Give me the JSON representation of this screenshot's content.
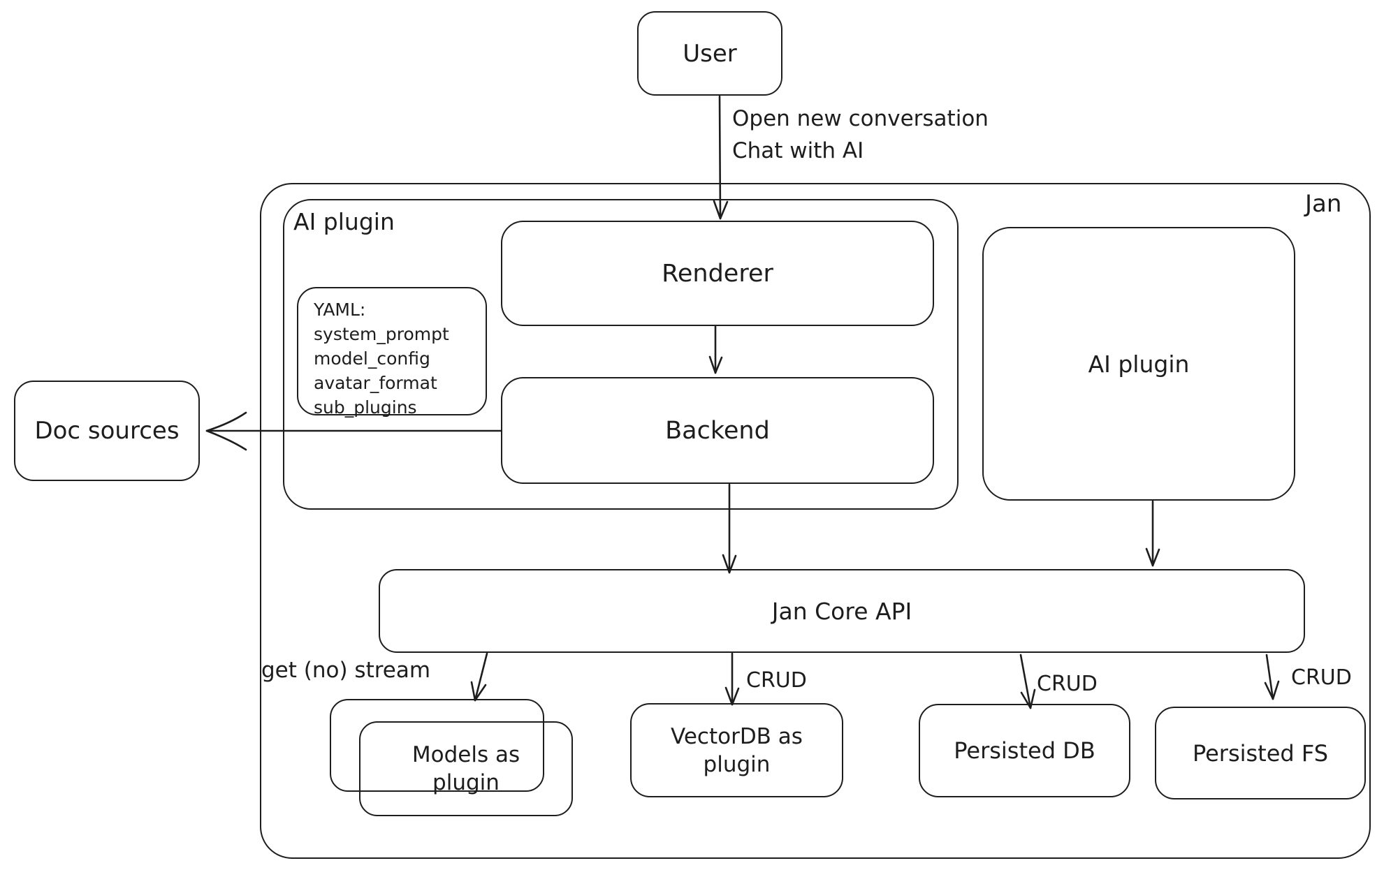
{
  "diagram": {
    "colors": {
      "stroke": "#1d1d1d",
      "background": "#ffffff"
    },
    "nodes": {
      "user": {
        "label": "User"
      },
      "jan_container": {
        "label": "Jan"
      },
      "ai_plugin_group": {
        "label": "AI plugin"
      },
      "yaml_note": {
        "title": "YAML:",
        "fields": [
          "system_prompt",
          "model_config",
          "avatar_format",
          "sub_plugins"
        ]
      },
      "renderer": {
        "label": "Renderer"
      },
      "backend": {
        "label": "Backend"
      },
      "doc_sources": {
        "label": "Doc sources"
      },
      "ai_plugin_right": {
        "label": "AI plugin"
      },
      "jan_core_api": {
        "label": "Jan Core API"
      },
      "models_plugin": {
        "label": "Models as plugin"
      },
      "vectordb_plugin": {
        "label": "VectorDB as plugin"
      },
      "persisted_db": {
        "label": "Persisted DB"
      },
      "persisted_fs": {
        "label": "Persisted FS"
      }
    },
    "edges": {
      "user_to_renderer": {
        "line1": "Open new conversation",
        "line2": "Chat with AI"
      },
      "core_to_models": {
        "label": "get (no) stream"
      },
      "core_to_vectordb": {
        "label": "CRUD"
      },
      "core_to_persisted_db": {
        "label": "CRUD"
      },
      "core_to_persisted_fs": {
        "label": "CRUD"
      }
    }
  }
}
